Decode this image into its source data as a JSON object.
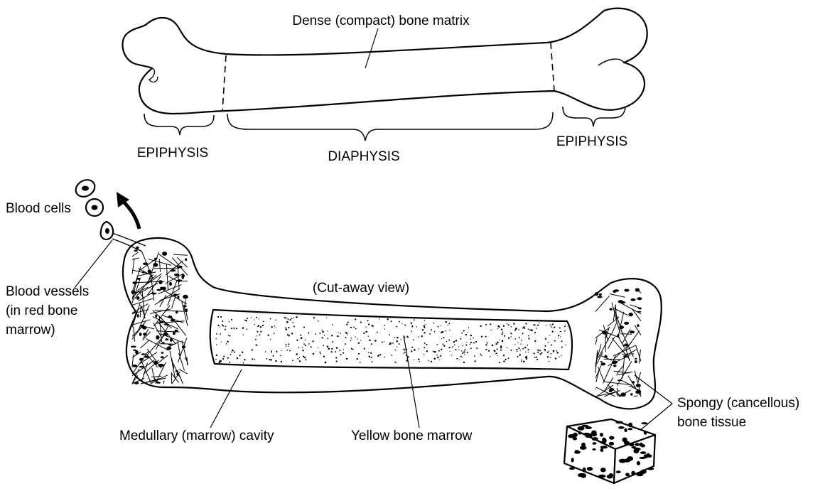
{
  "labels": {
    "dense_bone": "Dense (compact) bone matrix",
    "epiphysis_left": "EPIPHYSIS",
    "diaphysis": "DIAPHYSIS",
    "epiphysis_right": "EPIPHYSIS",
    "blood_cells": "Blood cells",
    "blood_vessels_1": "Blood vessels",
    "blood_vessels_2": "(in red bone",
    "blood_vessels_3": "marrow)",
    "cutaway_view": "(Cut-away view)",
    "medullary_cavity": "Medullary (marrow) cavity",
    "yellow_marrow": "Yellow bone marrow",
    "spongy_1": "Spongy (cancellous)",
    "spongy_2": "bone tissue"
  }
}
